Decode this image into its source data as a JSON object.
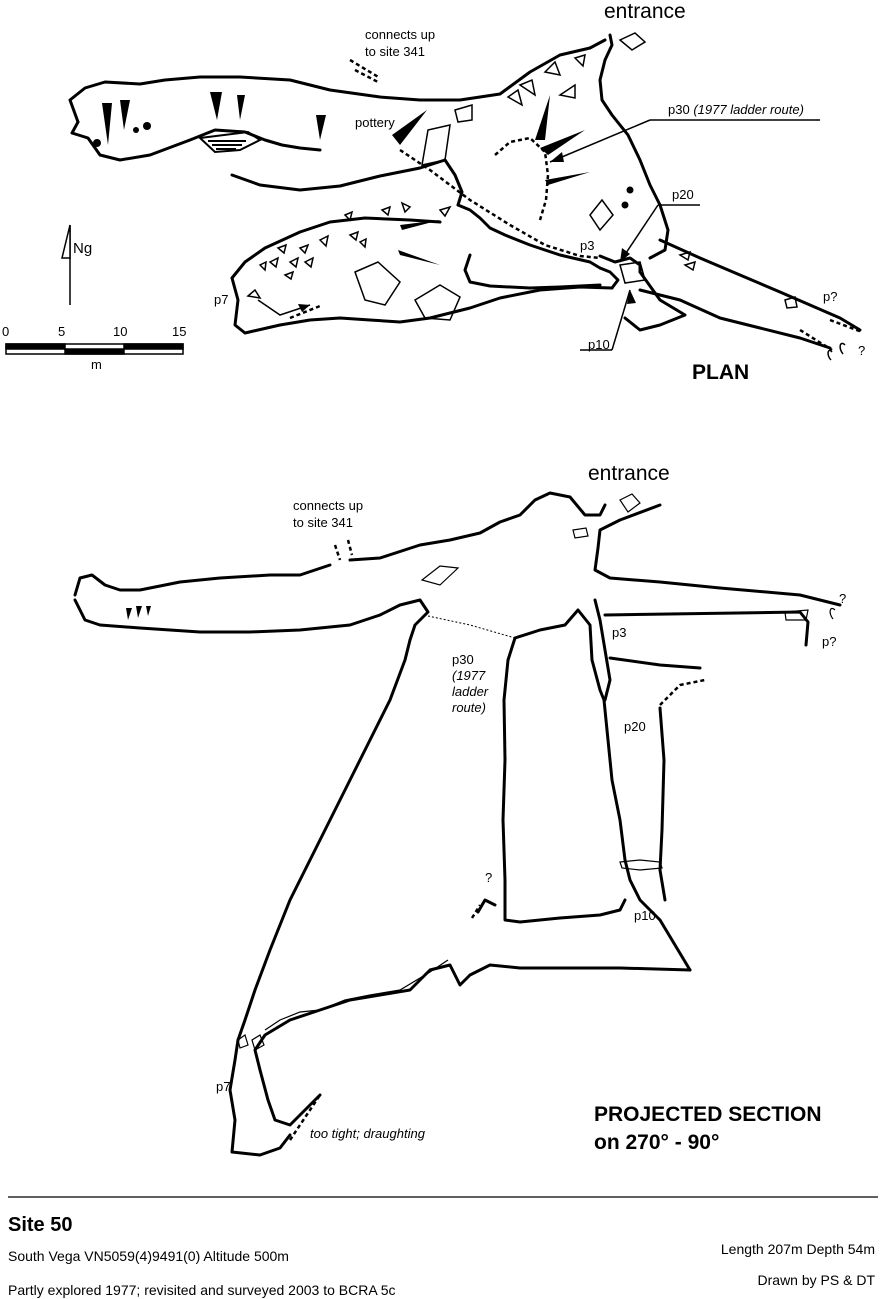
{
  "plan": {
    "entrance": "entrance",
    "connects_up": [
      "connects up",
      "to site 341"
    ],
    "pottery": "pottery",
    "p30_label": "p30",
    "p30_note": "(1977 ladder route)",
    "p20": "p20",
    "p3": "p3",
    "p7": "p7",
    "p10": "p10",
    "p_q": "p?",
    "q": "?",
    "north": "Ng",
    "scale_ticks": [
      "0",
      "5",
      "10",
      "15"
    ],
    "scale_unit": "m",
    "title": "PLAN"
  },
  "section": {
    "entrance": "entrance",
    "connects_up": [
      "connects up",
      "to site 341"
    ],
    "q_top": "?",
    "p_q": "p?",
    "p3": "p3",
    "p30_lines": [
      "p30",
      "(1977",
      "ladder",
      "route)"
    ],
    "p20": "p20",
    "q_mid": "?",
    "p10": "p10",
    "p7": "p7",
    "too_tight": "too tight; draughting",
    "title_lines": [
      "PROJECTED SECTION",
      "on 270° - 90°"
    ]
  },
  "footer": {
    "site": "Site 50",
    "location": "South Vega   VN5059(4)9491(0)   Altitude 500m",
    "history": "Partly explored 1977; revisited and surveyed 2003  to BCRA 5c",
    "length_depth": "Length 207m  Depth 54m",
    "drawn_by": "Drawn by PS & DT"
  }
}
